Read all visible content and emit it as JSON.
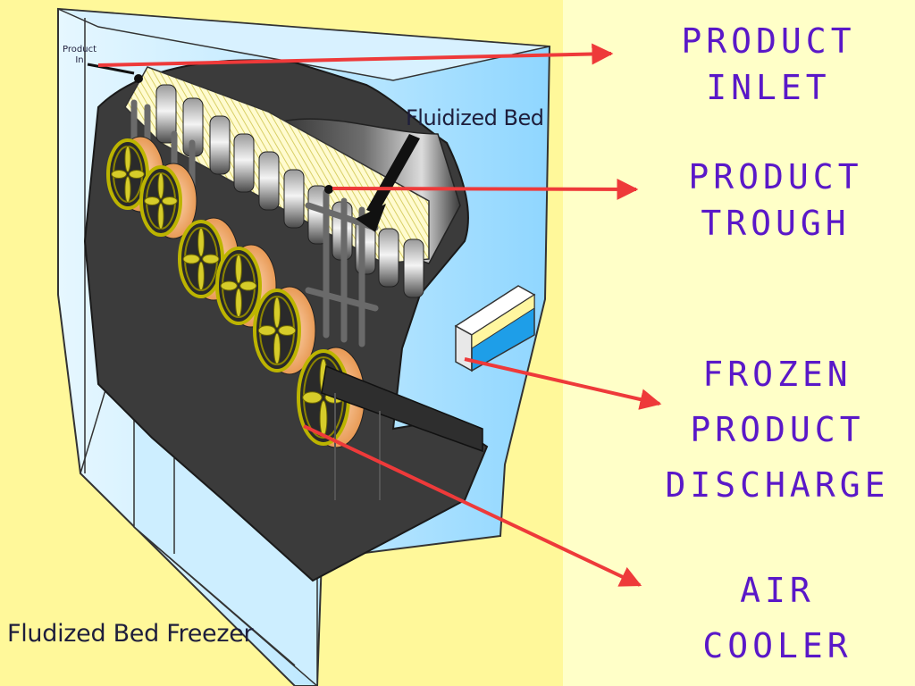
{
  "diagram": {
    "title": "Fludized Bed Freezer",
    "inner_labels": {
      "product_in_line1": "Product",
      "product_in_line2": "In",
      "fluidized_bed": "Fluidized Bed"
    },
    "callouts": {
      "product_inlet": {
        "line1": "PRODUCT",
        "line2": "INLET"
      },
      "product_trough": {
        "line1": "PRODUCT",
        "line2": "TROUGH"
      },
      "frozen_product_discharge": {
        "line1": "FROZEN",
        "line2": "PRODUCT",
        "line3": "DISCHARGE"
      },
      "air_cooler": {
        "line1": "AIR",
        "line2": "COOLER"
      }
    },
    "colors": {
      "background": "#ffffc8",
      "panel": "#fff89a",
      "callout_text": "#5a18c8",
      "arrow": "#ee3a3a",
      "chamber_interior": "#c8ecff",
      "machine_dark": "#3a3a3a",
      "fan_ring": "#bcb400",
      "fan_back": "#f5b37a"
    }
  }
}
